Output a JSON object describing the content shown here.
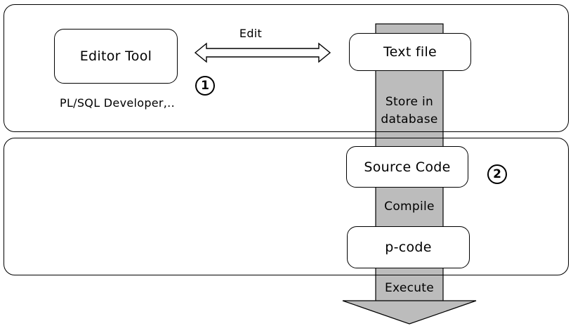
{
  "layers": {
    "top": "",
    "bottom": ""
  },
  "editor_tool": {
    "label": "Editor Tool",
    "example": "PL/SQL Developer,.."
  },
  "edit_arrow": {
    "label": "Edit"
  },
  "pipeline": {
    "text_file": "Text file",
    "store_label_line1": "Store in",
    "store_label_line2": "database",
    "source_code": "Source Code",
    "compile_label": "Compile",
    "p_code": "p-code",
    "execute_label": "Execute"
  },
  "steps": {
    "step1": "1",
    "step2": "2"
  },
  "colors": {
    "band": "#bcbcbc",
    "stroke": "#000000",
    "background": "#ffffff"
  }
}
